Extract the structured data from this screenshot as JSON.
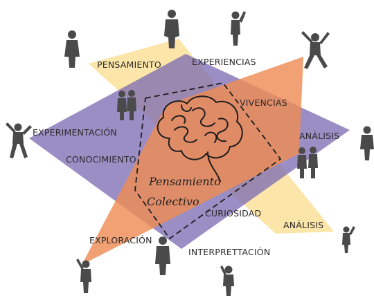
{
  "diagram": {
    "center": {
      "line1": "Pensamiento",
      "line2": "Colectivo",
      "icon": "brain-icon"
    },
    "labels": {
      "pensamiento": "PENSAMIENTO",
      "experiencias": "EXPERIENCIAS",
      "vivencias": "VIVENCIAS",
      "experimentacion": "EXPERIMENTACIÓN",
      "analisis_right": "ANÁLISIS",
      "conocimiento": "CONOCIMIENTO",
      "curiosidad": "CURIOSIDAD",
      "analisis_bottom": "ANÁLISIS",
      "exploracion": "EXPLORACIÓN",
      "interpretacion": "INTERPRETTACIÓN"
    },
    "colors": {
      "purple": "#7e6eb4",
      "orange": "#ee8c55",
      "yellow": "#fce099",
      "figure": "#4a4a4a",
      "outline": "#1d1d1d"
    }
  }
}
